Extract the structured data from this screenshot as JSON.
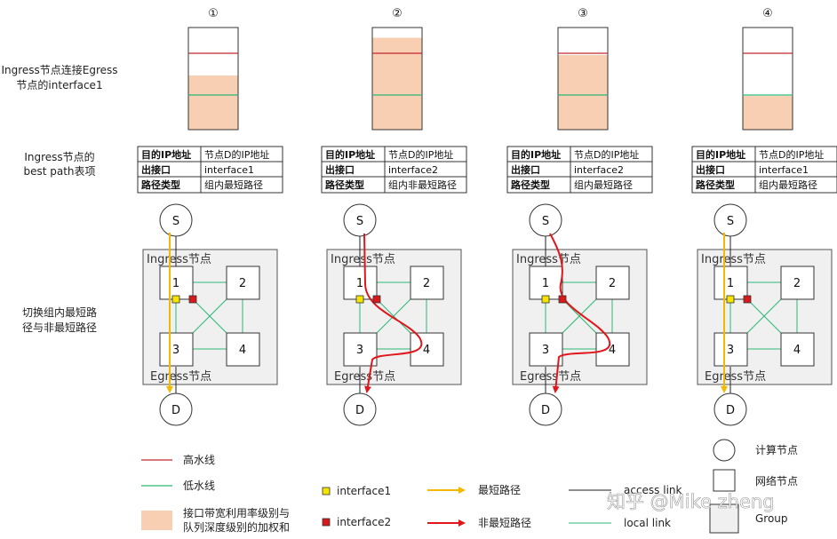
{
  "row_labels": {
    "row1": [
      "Ingress节点连接Egress",
      "节点的interface1"
    ],
    "row2": [
      "Ingress节点的",
      "best path表项"
    ],
    "row3": [
      "切换组内最短路",
      "径与非最短路径"
    ]
  },
  "scenarios": [
    {
      "num": "①",
      "fill_fraction": 0.53,
      "table": {
        "headers": [
          "目的IP地址",
          "节点D的IP地址"
        ],
        "rows": [
          [
            "出接口",
            "interface1"
          ],
          [
            "路径类型",
            "组内最短路径"
          ]
        ]
      }
    },
    {
      "num": "②",
      "fill_fraction": 0.9,
      "table": {
        "headers": [
          "目的IP地址",
          "节点D的IP地址"
        ],
        "rows": [
          [
            "出接口",
            "interface2"
          ],
          [
            "路径类型",
            "组内非最短路径"
          ]
        ]
      }
    },
    {
      "num": "③",
      "fill_fraction": 0.73,
      "table": {
        "headers": [
          "目的IP地址",
          "节点D的IP地址"
        ],
        "rows": [
          [
            "出接口",
            "interface2"
          ],
          [
            "路径类型",
            "组内最短路径"
          ]
        ]
      }
    },
    {
      "num": "④",
      "fill_fraction": 0.33,
      "table": {
        "headers": [
          "目的IP地址",
          "节点D的IP地址"
        ],
        "rows": [
          [
            "出接口",
            "interface1"
          ],
          [
            "路径类型",
            "组内最短路径"
          ]
        ]
      }
    }
  ],
  "topology": {
    "source": "S",
    "dest": "D",
    "ingress_label": "Ingress节点",
    "egress_label": "Egress节点",
    "nodes": [
      "1",
      "2",
      "3",
      "4"
    ]
  },
  "legend": {
    "high_water": "高水线",
    "low_water": "低水线",
    "weighted": [
      "接口带宽利用率级别与",
      "队列深度级别的加权和"
    ],
    "interface1": "interface1",
    "interface2": "interface2",
    "shortest": "最短路径",
    "non_shortest": "非最短路径",
    "access_link": "access link",
    "local_link": "local link",
    "compute_node": "计算节点",
    "network_node": "网络节点",
    "group": "Group"
  },
  "watermark": "知乎 @Mike zheng",
  "colors": {
    "high_water": "#c0282d",
    "low_water": "#2bb673",
    "fill": "#f9cfb3",
    "interface1": "#f5e400",
    "interface2": "#d7191c",
    "shortest": "#f5b800",
    "non_shortest": "#e0161b",
    "local_link": "#2bb673",
    "group_bg": "#f0f0f0"
  }
}
